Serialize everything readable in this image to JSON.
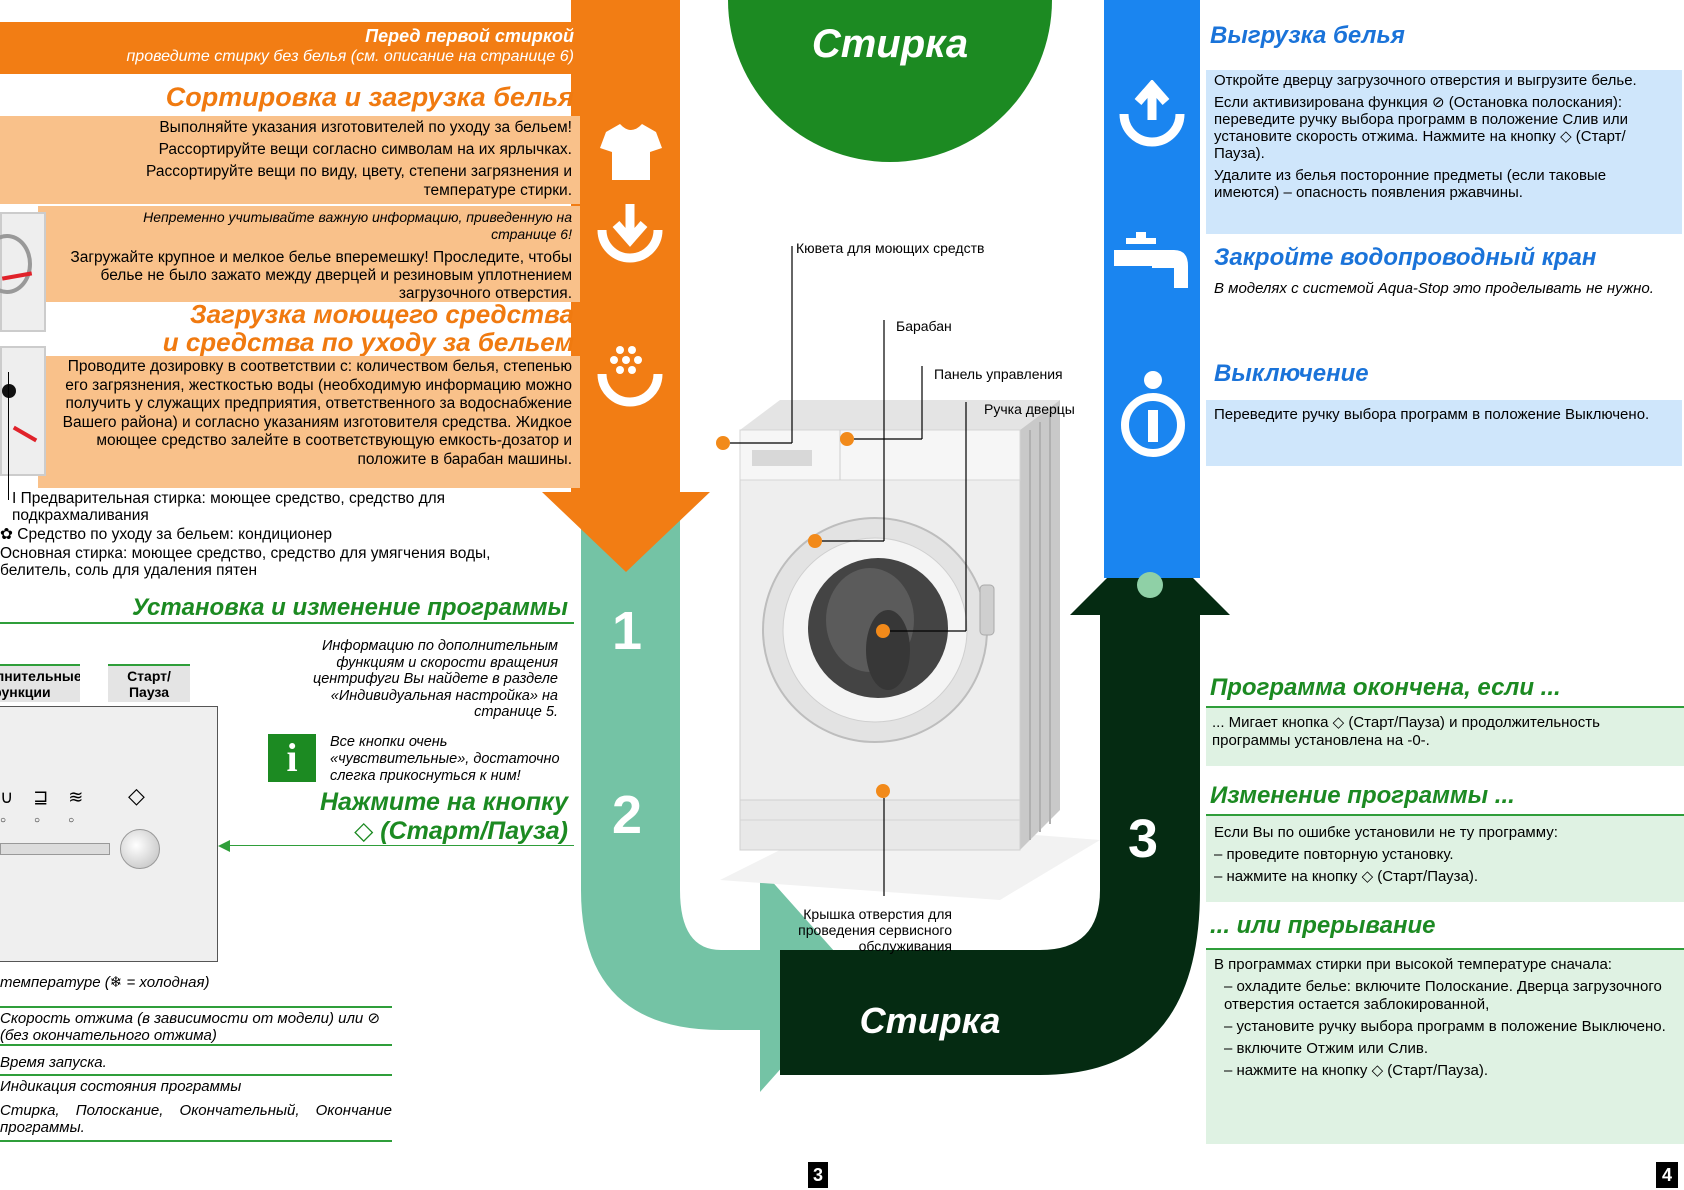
{
  "left": {
    "before_title": "Перед первой стиркой",
    "before_text": "проведите стирку без белья (см. описание на странице 6)",
    "sort_title": "Сортировка и загрузка белья",
    "sort_lines": [
      "Выполняйте указания изготовителей по уходу за бельем!",
      "Рассортируйте вещи согласно символам на их ярлычках.",
      "Рассортируйте вещи по виду, цвету, степени загрязнения и температуре стирки."
    ],
    "note_text": "Непременно учитывайте важную информацию, приведенную на странице 6!",
    "load_text": "Загружайте крупное и мелкое белье вперемешку! Проследите, чтобы белье не было зажато между дверцей и резиновым уплотнением загрузочного отверстия.",
    "detergent_title_1": "Загрузка моющего средства",
    "detergent_title_2": "и средства по уходу за бельем",
    "detergent_text": "Проводите дозировку в соответствии с: количеством белья, степенью его загрязнения, жесткостью воды (необходимую информацию можно получить у служащих предприятия, ответственного за водоснабжение Вашего района) и согласно указаниям изготовителя средства. Жидкое моющее средство залейте в соответствующую емкость-дозатор и положите в барабан машины.",
    "compartments": [
      "I Предварительная стирка: моющее средство, средство для подкрахмаливания",
      "✿ Средство по уходу за бельем: кондиционер",
      "Основная стирка: моющее средство, средство для умягчения воды, белитель, соль для удаления пятен"
    ],
    "program_title": "Установка и изменение программы",
    "program_info": "Информацию по дополнительным функциям и скорости вращения центрифуги Вы найдете в разделе «Индивидуальная настройка» на странице 5.",
    "btn_label_1": "Дополнительные функции",
    "btn_label_2": "Старт/ Пауза",
    "sensitive_text": "Все кнопки очень «чувствительные», достаточно слегка прикоснуться к ним!",
    "press_title_1": "Нажмите на кнопку",
    "press_title_2": "◇ (Старт/Пауза)",
    "notes": [
      "температуре (❄ = холодная)",
      "Скорость отжима (в зависимости от модели) или ⊘ (без окончательного отжима)",
      "Время запуска.",
      "Индикация состояния программы",
      "Стирка, Полоскание, Окончательный, Окончание программы."
    ]
  },
  "center": {
    "top_title": "Стирка",
    "bottom_title": "Стирка",
    "step1": "1",
    "step2": "2",
    "step3": "3",
    "labels": {
      "detergent_drawer": "Кювета для моющих средств",
      "drum": "Барабан",
      "control_panel": "Панель управления",
      "door_handle": "Ручка дверцы",
      "service_cover": "Крышка отверстия для проведения сервисного обслуживания"
    },
    "page_left": "3",
    "page_right": "4"
  },
  "right": {
    "unload_title": "Выгрузка белья",
    "unload_p1": "Откройте дверцу загрузочного отверстия и выгрузите белье.",
    "unload_p2": "Если активизирована функция ⊘ (Остановка полоскания): переведите ручку выбора программ в положение Слив или установите скорость отжима. Нажмите на кнопку ◇ (Старт/Пауза).",
    "unload_p3": "Удалите из белья посторонние предметы (если таковые имеются) – опасность появления ржавчины.",
    "tap_title": "Закройте водопроводный кран",
    "tap_text": "В моделях с системой Aqua-Stop это проделывать не нужно.",
    "off_title": "Выключение",
    "off_text": "Переведите ручку выбора программ в положение Выключено.",
    "done_title": "Программа окончена, если ...",
    "done_text": "... Мигает кнопка ◇ (Старт/Пауза) и продолжительность программы установлена на -0-.",
    "change_title": "Изменение программы ...",
    "change_intro": "Если Вы по ошибке установили не ту программу:",
    "change_items": [
      "– проведите повторную установку.",
      "– нажмите на кнопку ◇ (Старт/Пауза)."
    ],
    "abort_title": "... или прерывание",
    "abort_intro": "В программах стирки при высокой температуре сначала:",
    "abort_items": [
      "– охладите белье: включите Полоскание. Дверца загрузочного отверстия остается заблокированной,",
      "– установите ручку выбора программ в положение Выключено.",
      "– включите Отжим или Слив.",
      "– нажмите на кнопку ◇ (Старт/Пауза)."
    ]
  },
  "colors": {
    "orange": "#f27d14",
    "orange_light": "#f9c18a",
    "green_dark": "#052b12",
    "green_mint": "#74c3a5",
    "green_logo": "#1a8c22",
    "blue": "#1a85f0",
    "blue_light": "#cfe6fb",
    "green_light": "#dff2e3"
  }
}
